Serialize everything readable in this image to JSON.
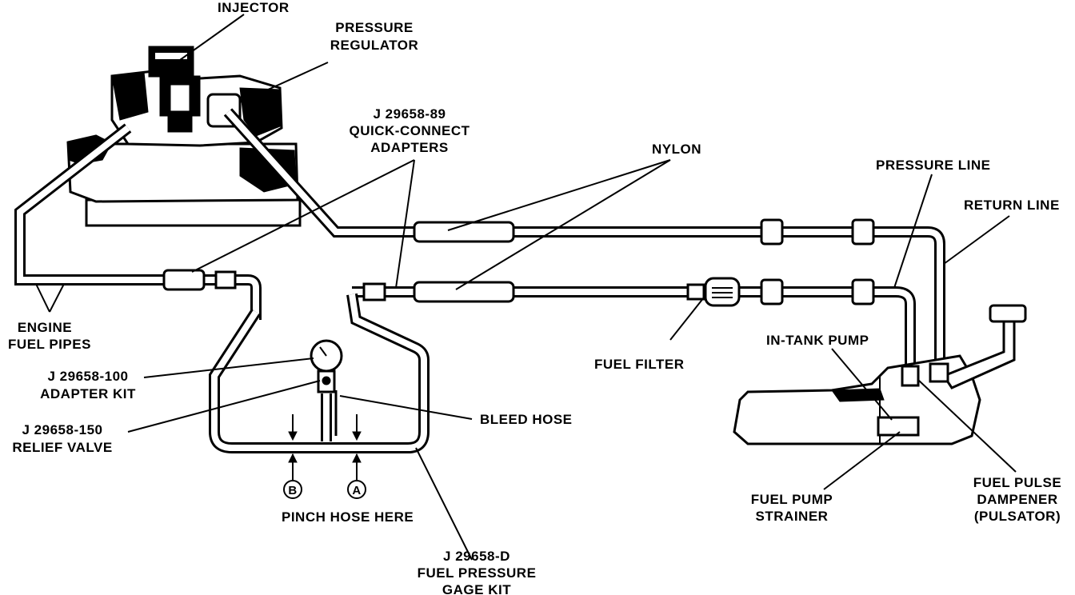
{
  "labels": {
    "injector": "INJECTOR",
    "pressure_regulator": [
      "PRESSURE",
      "REGULATOR"
    ],
    "quick_connect": [
      "J 29658-89",
      "QUICK-CONNECT",
      "ADAPTERS"
    ],
    "nylon": "NYLON",
    "pressure_line": "PRESSURE LINE",
    "return_line": "RETURN LINE",
    "engine_fuel_pipes": [
      "ENGINE",
      "FUEL PIPES"
    ],
    "adapter_kit": [
      "J 29658-100",
      "ADAPTER KIT"
    ],
    "relief_valve": [
      "J 29658-150",
      "RELIEF VALVE"
    ],
    "bleed_hose": "BLEED HOSE",
    "fuel_filter": "FUEL FILTER",
    "in_tank_pump": "IN-TANK PUMP",
    "marker_b": "B",
    "marker_a": "A",
    "pinch_hose": "PINCH HOSE HERE",
    "gage_kit": [
      "J 29658-D",
      "FUEL PRESSURE",
      "GAGE KIT"
    ],
    "fuel_pump_strainer": [
      "FUEL PUMP",
      "STRAINER"
    ],
    "fuel_pulse_dampener": [
      "FUEL PULSE",
      "DAMPENER",
      "(PULSATOR)"
    ]
  }
}
